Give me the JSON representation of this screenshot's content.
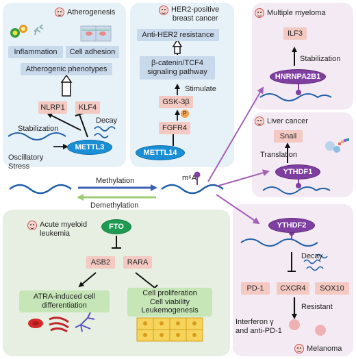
{
  "panels": {
    "atherogenesis": {
      "title": "Atherogenesis",
      "inflammation": "Inflammation",
      "cell_adhesion": "Cell adhesion",
      "phenotypes": "Atherogenic phenotypes",
      "nlrp1": "NLRP1",
      "klf4": "KLF4",
      "stabilization": "Stabilization",
      "decay": "Decay",
      "oscillatory_stress": "Oscillatory\nStress",
      "enzyme": "METTL3"
    },
    "her2": {
      "title": "HER2-positive\nbreast cancer",
      "resistance": "Anti-HER2 resistance",
      "pathway": "β-catenin/TCF4\nsignaling pathway",
      "stimulate": "Stimulate",
      "gsk": "GSK-3β",
      "p": "P",
      "fgfr4": "FGFR4",
      "enzyme": "METTL14"
    },
    "myeloma": {
      "title": "Multiple myeloma",
      "ilf3": "ILF3",
      "stabilization": "Stabilization",
      "reader": "HNRNPA2B1"
    },
    "liver": {
      "title": "Liver cancer",
      "snail": "Snail",
      "translation": "Translation",
      "reader": "YTHDF1"
    },
    "melanoma": {
      "title": "Melanoma",
      "reader": "YTHDF2",
      "decay": "Decay",
      "targets": [
        "PD-1",
        "CXCR4",
        "SOX10"
      ],
      "resistant": "Resistant",
      "ifn": "Interferon γ\nand anti-PD-1"
    },
    "aml": {
      "title": "Acute myeloid\nleukemia",
      "enzyme": "FTO",
      "asb2": "ASB2",
      "rara": "RARA",
      "diff": "ATRA-induced cell\ndifferentiation",
      "prolif": "Cell proliferation\nCell viability\nLeukemogenesis"
    }
  },
  "center": {
    "methylation": "Methylation",
    "demethylation": "Demethylation",
    "m6a": "m⁶A"
  },
  "colors": {
    "panel_blue": "#e7f1f8",
    "panel_purple": "#f3eaf3",
    "panel_green": "#e6efe1",
    "methylation_arrow": "#3b5fb5",
    "demethylation_arrow": "#9ccc74",
    "purple_arrow": "#a35fb6",
    "mrna": "#1f5fa8"
  }
}
